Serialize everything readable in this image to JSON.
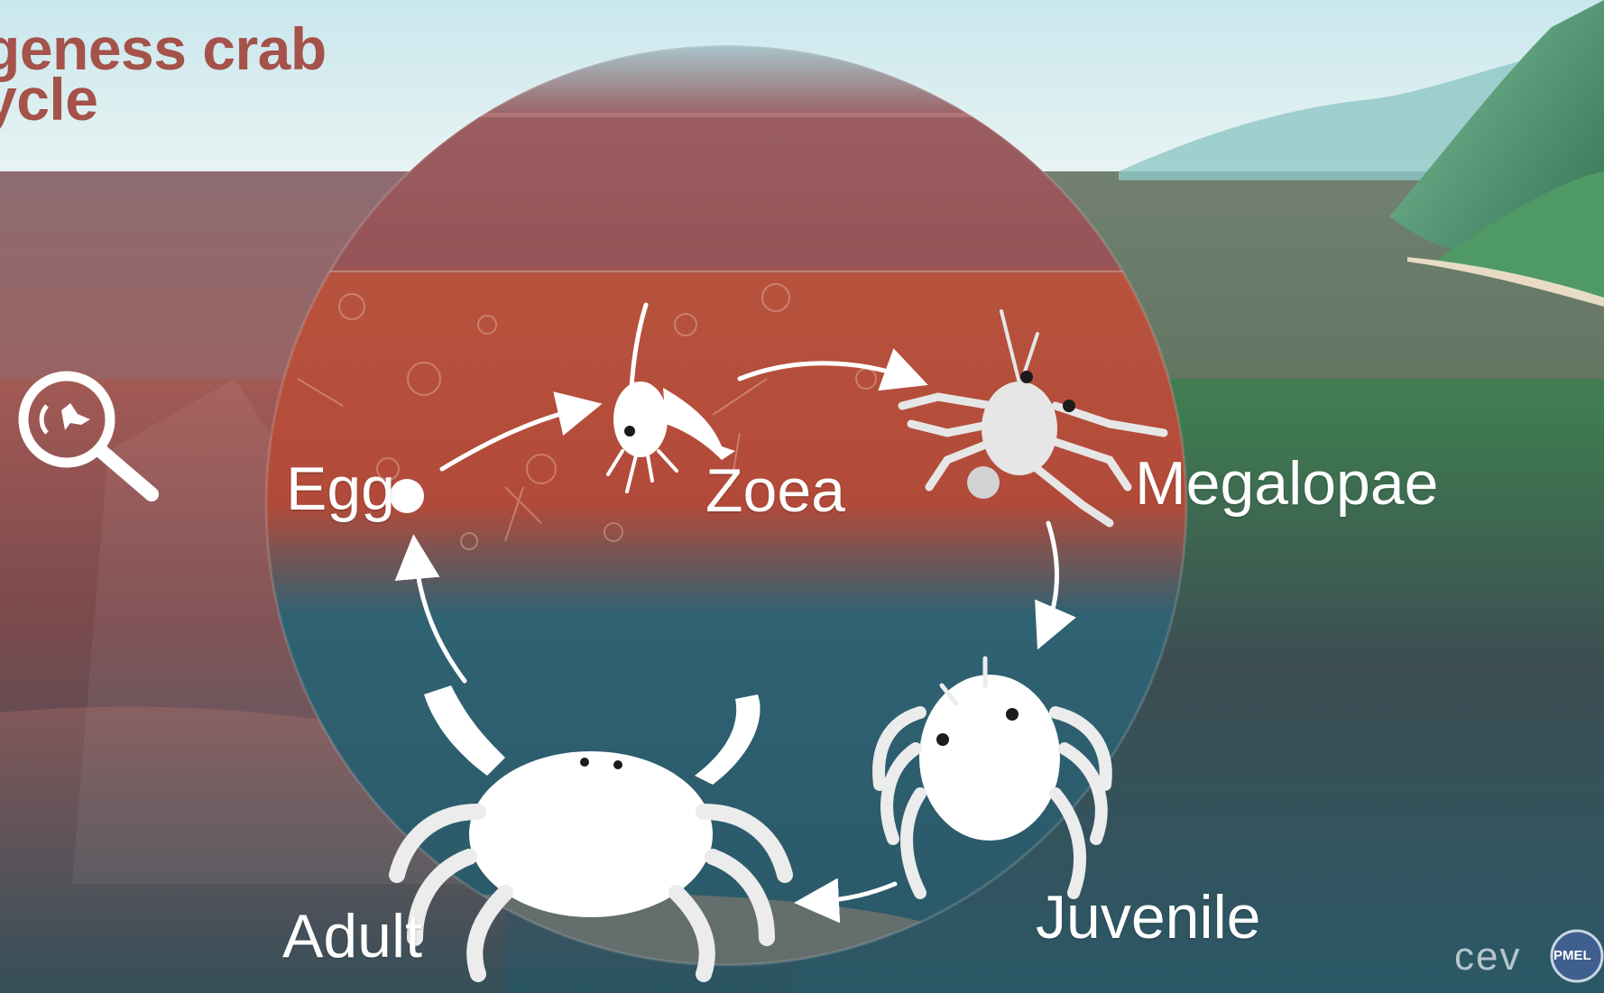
{
  "title": {
    "line1": "geness crab",
    "line2": "ycle"
  },
  "stages": {
    "egg": "Egg",
    "zoea": "Zoea",
    "megalopae": "Megalopae",
    "juvenile": "Juvenile",
    "adult": "Adult"
  },
  "logos": {
    "cev": "cev",
    "pmel": "PMEL"
  },
  "colors": {
    "title": "#a4524a",
    "sky": "#d9eef3",
    "surface_water": "#9b5a5a",
    "warm_layer": "#b2493a",
    "deep_water": "#2d5a69",
    "forest": "#3f8c5c",
    "label": "#ffffff"
  },
  "icons": [
    "magnifier-crab-icon",
    "egg-icon",
    "zoea-icon",
    "megalopae-icon",
    "juvenile-crab-icon",
    "adult-crab-icon",
    "cycle-arrow-icon"
  ]
}
